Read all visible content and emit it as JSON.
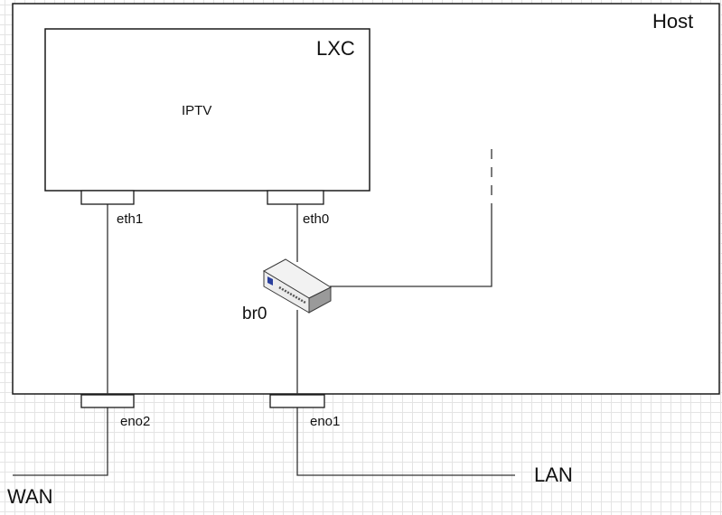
{
  "diagram": {
    "host": {
      "label": "Host"
    },
    "container": {
      "label": "LXC",
      "service": "IPTV"
    },
    "interfaces": {
      "eth1": "eth1",
      "eth0": "eth0",
      "eno2": "eno2",
      "eno1": "eno1"
    },
    "bridge": {
      "label": "br0"
    },
    "networks": {
      "wan": "WAN",
      "lan": "LAN"
    },
    "colors": {
      "outline": "#1a1a1a",
      "line": "#333333",
      "grid": "#e4e4e4",
      "switch_body": "#d9d9d9",
      "switch_front": "#ececec",
      "switch_indicator": "#2a3f9d"
    }
  }
}
